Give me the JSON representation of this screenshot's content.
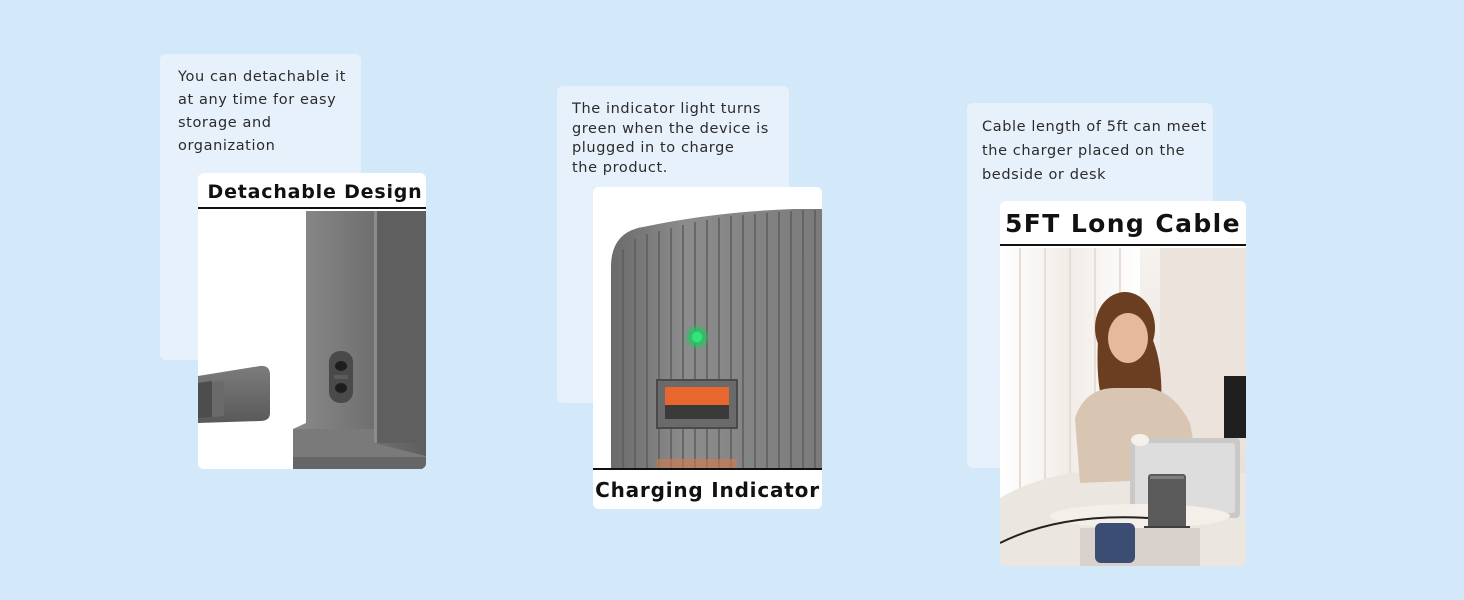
{
  "panels": [
    {
      "description": "You can detachable it\nat any time for easy\nstorage and\norganization",
      "title": "Detachable Design"
    },
    {
      "description": "The indicator light turns\ngreen when the device is\nplugged in to charge\nthe product.",
      "title": "Charging Indicator"
    },
    {
      "description": "Cable length of 5ft can meet\nthe charger placed on the\nbedside or desk",
      "title": "5FT Long Cable"
    }
  ],
  "colors": {
    "background": "#d3e9fa",
    "description_box": "#e7f1fb",
    "indicator_light": "#22c55e",
    "charger_body": "#6e6e6e",
    "usb_port_accent": "#e8672f"
  },
  "icons": [
    "charger-plug-icon",
    "power-socket-icon",
    "indicator-led-icon",
    "usb-port-icon"
  ]
}
